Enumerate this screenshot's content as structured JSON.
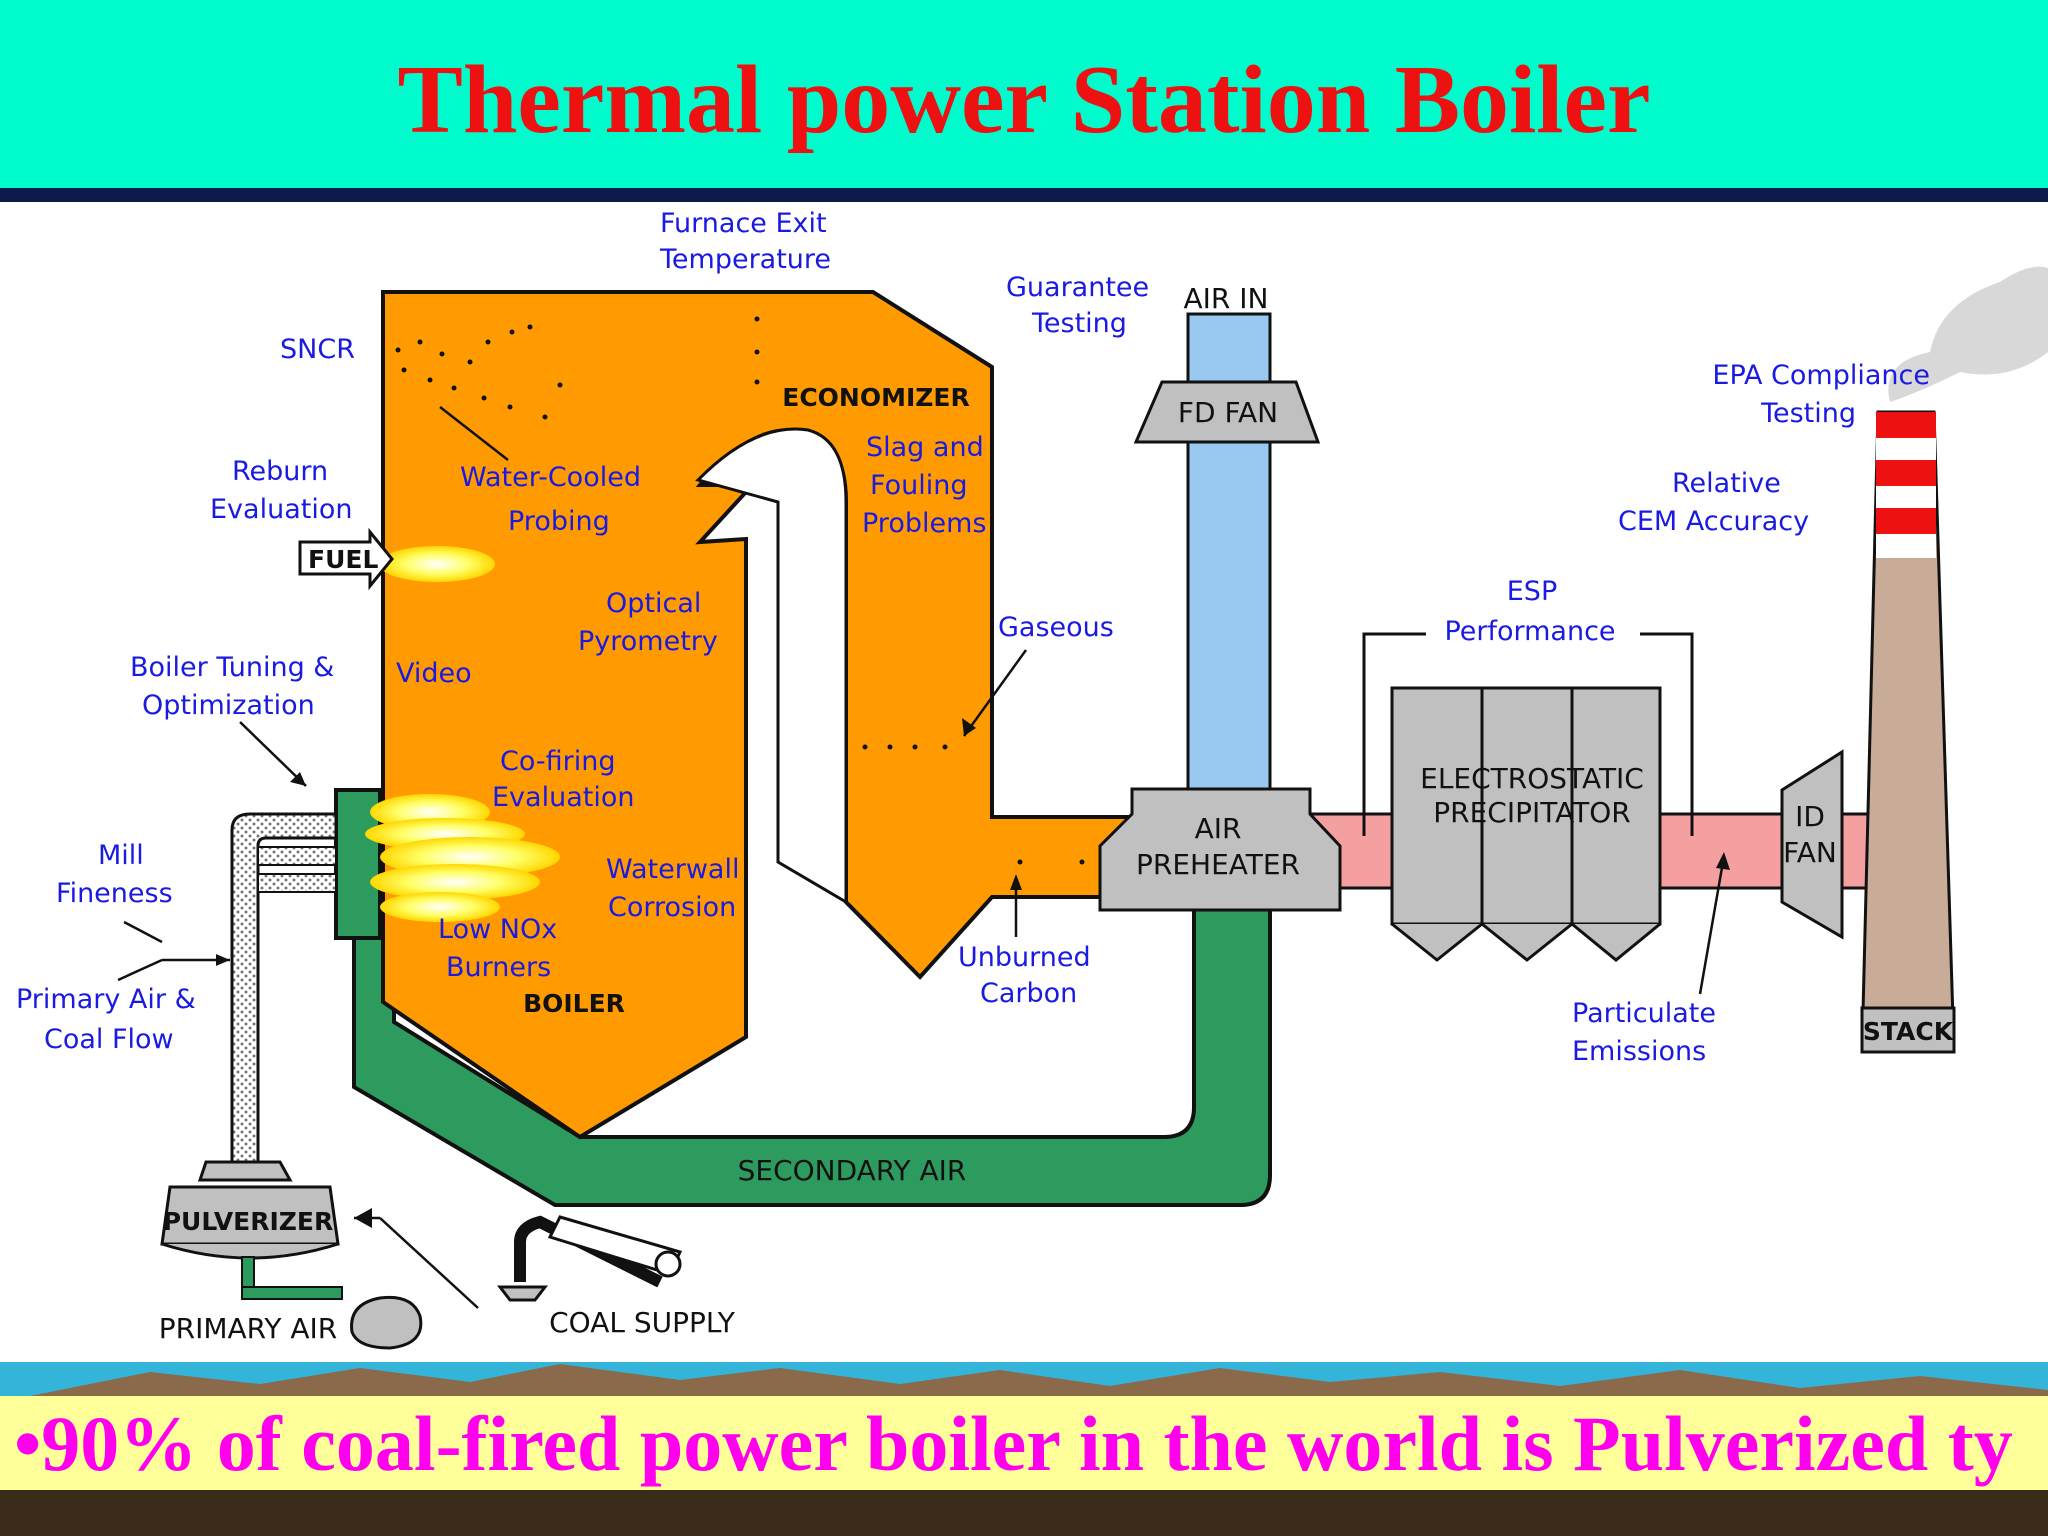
{
  "title": "Thermal power Station Boiler",
  "footer": "•90% of coal-fired power boiler in the world is Pulverized ty",
  "labels": {
    "furnace_exit_1": "Furnace Exit",
    "furnace_exit_2": "Temperature",
    "guarantee_1": "Guarantee",
    "guarantee_2": "Testing",
    "air_in": "AIR IN",
    "sncr": "SNCR",
    "economizer": "ECONOMIZER",
    "fd_fan": "FD FAN",
    "epa_1": "EPA Compliance",
    "epa_2": "Testing",
    "reburn_1": "Reburn",
    "reburn_2": "Evaluation",
    "water_cooled_1": "Water-Cooled",
    "water_cooled_2": "Probing",
    "slag_1": "Slag and",
    "slag_2": "Fouling",
    "slag_3": "Problems",
    "relative_1": "Relative",
    "relative_2": "CEM Accuracy",
    "fuel": "FUEL",
    "esp_1": "ESP",
    "esp_2": "Performance",
    "optical_1": "Optical",
    "optical_2": "Pyrometry",
    "gaseous": "Gaseous",
    "boiler_tuning_1": "Boiler Tuning &",
    "boiler_tuning_2": "Optimization",
    "video": "Video",
    "electrostatic_1": "ELECTROSTATIC",
    "electrostatic_2": "PRECIPITATOR",
    "cofiring_1": "Co-firing",
    "cofiring_2": "Evaluation",
    "air_preheater_1": "AIR",
    "air_preheater_2": "PREHEATER",
    "id_fan_1": "ID",
    "id_fan_2": "FAN",
    "mill_1": "Mill",
    "mill_2": "Fineness",
    "waterwall_1": "Waterwall",
    "waterwall_2": "Corrosion",
    "low_nox_1": "Low NOx",
    "low_nox_2": "Burners",
    "unburned_1": "Unburned",
    "unburned_2": "Carbon",
    "primary_air_flow_1": "Primary Air &",
    "primary_air_flow_2": "Coal Flow",
    "boiler": "BOILER",
    "particulate_1": "Particulate",
    "particulate_2": "Emissions",
    "stack": "STACK",
    "secondary_air": "SECONDARY AIR",
    "pulverizer": "PULVERIZER",
    "primary_air": "PRIMARY AIR",
    "coal_supply": "COAL SUPPLY"
  },
  "colors": {
    "header_bg": "#00fbcd",
    "title": "#ee1111",
    "boiler": "#ff9b00",
    "duct_air": "#2e9b5e",
    "duct_flue": "#f5a0a0",
    "fd_column": "#99c8f0",
    "equipment": "#c0c0c0",
    "stack": "#c8ac98",
    "stack_band": "#ee1111",
    "label_blue": "#1a1ae0",
    "footer_band": "#ffff99",
    "footer_text": "#ff00ee"
  }
}
